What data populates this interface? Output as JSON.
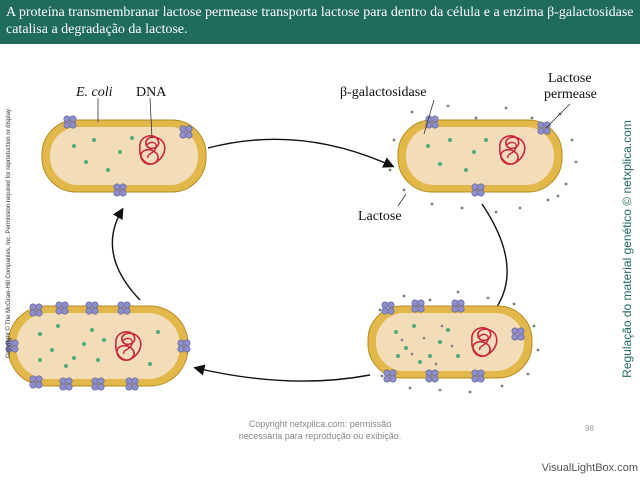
{
  "header": {
    "title": "A proteína transmembranar lactose permease transporta lactose para dentro da célula e a enzima β-galactosidase catalisa a degradação da lactose."
  },
  "diagram": {
    "labels": {
      "ecoli": "E. coli",
      "dna": "DNA",
      "betagal": "β-galactosidase",
      "lactose_permease": "Lactose permease",
      "lactose": "Lactose"
    },
    "cells": [
      {
        "name": "cell-top-left",
        "stage": 1
      },
      {
        "name": "cell-top-right",
        "stage": 2
      },
      {
        "name": "cell-bottom-right",
        "stage": 3
      },
      {
        "name": "cell-bottom-left",
        "stage": 4
      }
    ],
    "colors": {
      "header_bg": "#1f6b5d",
      "membrane": "#e2b84a",
      "cytoplasm": "#f3dcb8",
      "dna": "#c8283c",
      "enzyme": "#4fae78",
      "permease": "#8e8fc9"
    }
  },
  "side_credit": "Copyright © The McGraw-Hill Companies, Inc. Permission required for reproduction or display.",
  "side_title": "Regulação do material genético © netxplica.com",
  "footer": {
    "line1": "Copyright netxplica.com: permissão",
    "line2": "necessária para reprodução ou exibição."
  },
  "page_number": "98",
  "watermark": "VisualLightBox.com"
}
